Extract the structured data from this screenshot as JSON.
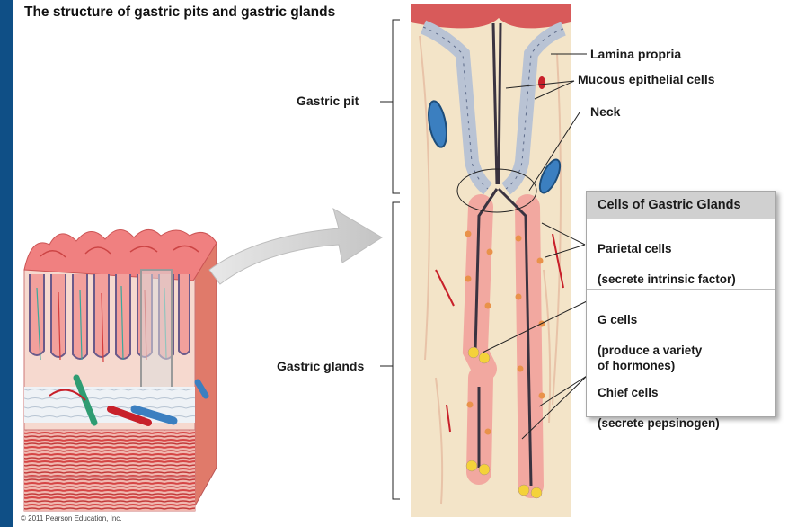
{
  "title": "The structure of gastric pits and gastric glands",
  "copyright": "© 2011 Pearson Education, Inc.",
  "left_labels": {
    "gastric_pit": "Gastric pit",
    "gastric_glands": "Gastric glands"
  },
  "right_labels": {
    "lamina_propria": "Lamina propria",
    "mucous_epithelial_cells": "Mucous epithelial cells",
    "neck": "Neck"
  },
  "cells_box": {
    "heading": "Cells of Gastric Glands",
    "items": [
      {
        "name": "Parietal cells",
        "detail": "(secrete intrinsic factor)"
      },
      {
        "name": "G cells",
        "detail": "(produce a variety\nof hormones)"
      },
      {
        "name": "Chief cells",
        "detail": "(secrete pepsinogen)"
      }
    ]
  },
  "colors": {
    "background": "#0f4f86",
    "tissue": "#f3e4c8",
    "mucosa": "#e9a7a3",
    "lumen": "#3a3340",
    "vein": "#3b7fc0",
    "artery": "#c8202a",
    "cell_yellow": "#f4d23a",
    "cell_orange": "#e9924a",
    "muscle": "#d64545"
  }
}
